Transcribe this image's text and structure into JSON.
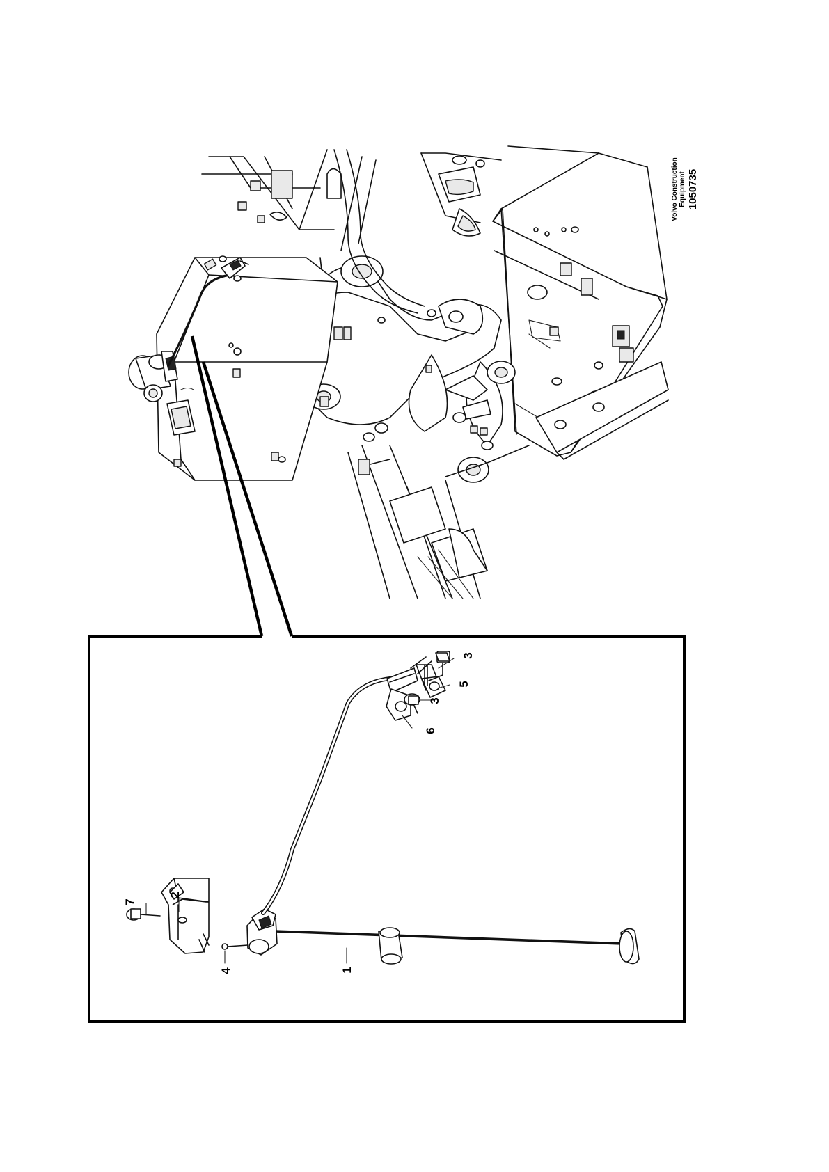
{
  "drawing": {
    "brand_line1": "Volvo Construction",
    "brand_line2": "Equipment",
    "figure_code": "1050735"
  },
  "callouts": [
    {
      "id": "callout-1",
      "label": "1"
    },
    {
      "id": "callout-2",
      "label": "2"
    },
    {
      "id": "callout-3a",
      "label": "3"
    },
    {
      "id": "callout-3b",
      "label": "3"
    },
    {
      "id": "callout-4",
      "label": "4"
    },
    {
      "id": "callout-5",
      "label": "5"
    },
    {
      "id": "callout-6",
      "label": "6"
    },
    {
      "id": "callout-7",
      "label": "7"
    }
  ]
}
